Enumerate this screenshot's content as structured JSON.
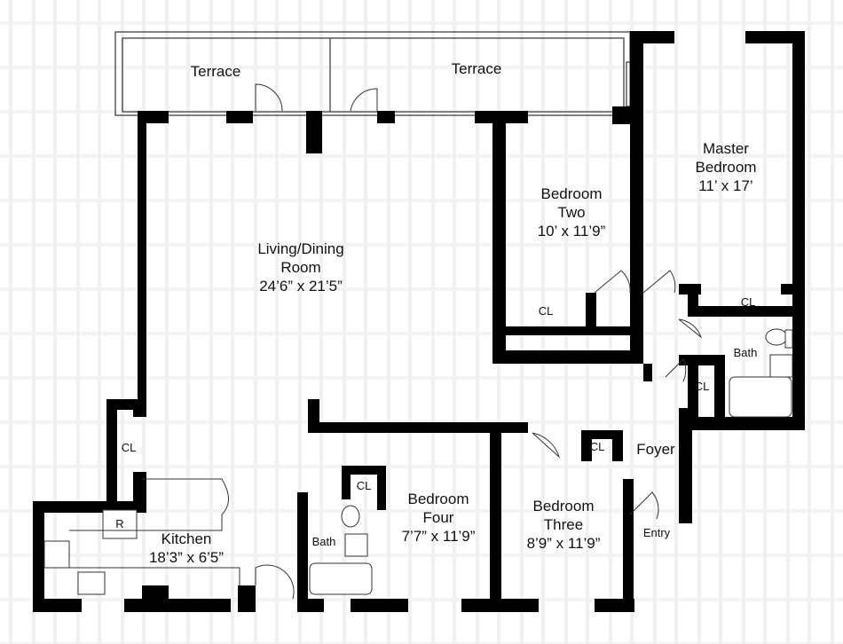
{
  "rooms": {
    "terrace_left": {
      "name": "Terrace"
    },
    "terrace_right": {
      "name": "Terrace"
    },
    "master": {
      "name1": "Master",
      "name2": "Bedroom",
      "dims": "11’ x 17’"
    },
    "bedroom_two": {
      "name1": "Bedroom",
      "name2": "Two",
      "dims": "10’ x 11’9”"
    },
    "living": {
      "name1": "Living/Dining",
      "name2": "Room",
      "dims": "24’6” x 21’5”"
    },
    "bedroom_four": {
      "name1": "Bedroom",
      "name2": "Four",
      "dims": "7’7” x 11’9”"
    },
    "bedroom_three": {
      "name1": "Bedroom",
      "name2": "Three",
      "dims": "8’9” x 11’9”"
    },
    "kitchen": {
      "name": "Kitchen",
      "dims": "18’3” x 6’5”"
    },
    "foyer": {
      "name": "Foyer"
    },
    "entry": {
      "name": "Entry"
    },
    "bath_master": {
      "name": "Bath"
    },
    "bath_hall": {
      "name": "Bath"
    }
  },
  "closets": [
    "CL",
    "CL",
    "CL",
    "CL",
    "CL",
    "CL"
  ],
  "fixtures": {
    "refrigerator": "R"
  }
}
